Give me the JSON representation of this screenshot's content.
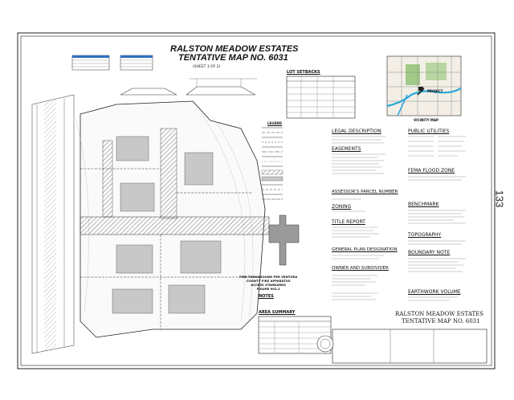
{
  "title": {
    "line1": "RALSTON MEADOW ESTATES",
    "line2": "TENTATIVE MAP NO. 6031",
    "sheet": "(SHEET 1 OF 2)"
  },
  "page_number": "133",
  "lot_setbacks_title": "LOT SETBACKS",
  "legend_title": "LEGEND",
  "fire_note": [
    "FIRE TURNAROUND PER VENTURA",
    "COUNTY FIRE APPARATUS",
    "ACCESS STANDARDS",
    "FIGURE 902.2"
  ],
  "notes_title": "NOTES",
  "area_summary_title": "AREA SUMMARY",
  "vicinity_title": "VICINITY MAP",
  "vicinity_project": "PROJECT",
  "sections": [
    "LEGAL DESCRIPTION",
    "EASEMENTS",
    "ASSESSOR'S PARCEL NUMBER",
    "ZONING",
    "TITLE REPORT",
    "GENERAL PLAN DESIGNATION",
    "OWNER AND SUBDIVIDER",
    "PUBLIC UTILITIES",
    "FEMA FLOOD ZONE",
    "BENCHMARK",
    "TOPOGRAPHY",
    "BOUNDARY NOTE",
    "EARTHWORK VOLUME"
  ],
  "titleblock": {
    "line1": "RALSTON MEADOW ESTATES",
    "line2": "TENTATIVE MAP NO. 6031"
  },
  "colors": {
    "road_hatch": "#9a9a9a",
    "building": "#c8c8c8",
    "map_water": "#2aa8d8",
    "map_green": "#8cc070",
    "map_grid": "#7a7a7a"
  }
}
